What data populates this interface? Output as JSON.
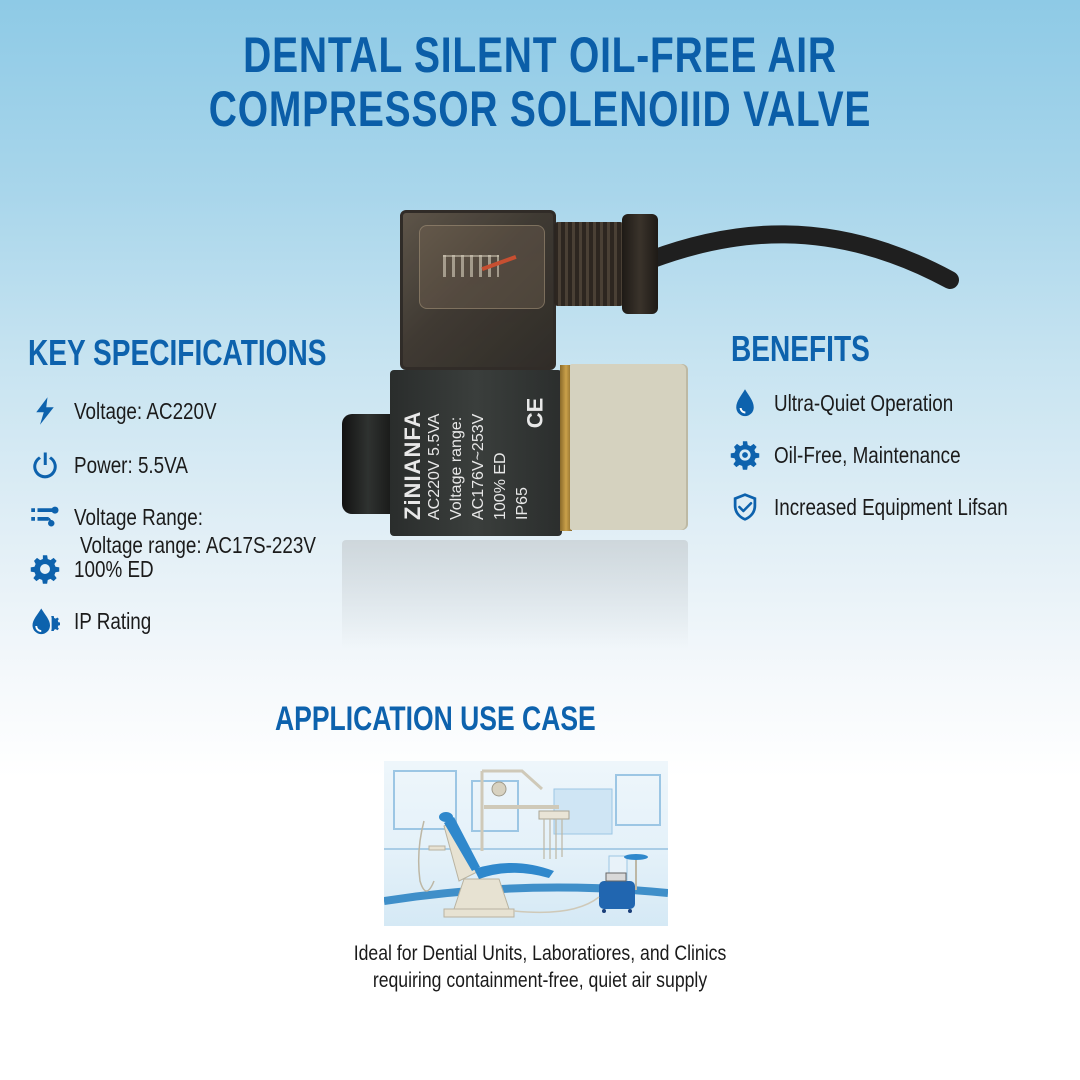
{
  "title": {
    "line1": "DENTAL SILENT OIL-FREE AIR",
    "line2": "COMPRESSOR SOLENOIID VALVE"
  },
  "colors": {
    "heading_blue": "#0d62ad",
    "icon_blue": "#0d62ad",
    "body_text": "#1b1b1b",
    "bg_top": "#8ecae6",
    "bg_bottom": "#ffffff"
  },
  "key_specifications": {
    "heading": "KEY SPECIFICATIONS",
    "items": [
      {
        "icon": "lightning-bolt-icon",
        "label": "Voltage: AC220V"
      },
      {
        "icon": "power-icon",
        "label": "Power: 5.5VA"
      },
      {
        "icon": "range-sliders-icon",
        "label": "Voltage Range:",
        "sub_label": "Voltage range: AC17S-223V"
      },
      {
        "icon": "gear-icon",
        "label": "100% ED"
      },
      {
        "icon": "water-drop-gear-icon",
        "label": "IP Rating"
      }
    ]
  },
  "benefits": {
    "heading": "BENEFITS",
    "items": [
      {
        "icon": "water-drop-icon",
        "label": "Ultra-Quiet Operation"
      },
      {
        "icon": "gear-icon",
        "label": "Oil-Free, Maintenance"
      },
      {
        "icon": "shield-check-icon",
        "label": "Increased Equipment Lifsan"
      }
    ]
  },
  "product": {
    "coil_brand": "ZiNIANFA",
    "coil_lines": [
      "AC220V  5.5VA",
      "Voltage range:",
      "AC176V~253V",
      "100% ED",
      "IP65"
    ],
    "coil_mark": "CE"
  },
  "application": {
    "heading": "APPLICATION USE CASE",
    "image_alt": "Dental clinic illustration with dental chair and air compressor",
    "caption_line1": "Ideal for Dential Units, Laboratiores, and Clinics",
    "caption_line2": "requiring containment-free, quiet air supply"
  }
}
